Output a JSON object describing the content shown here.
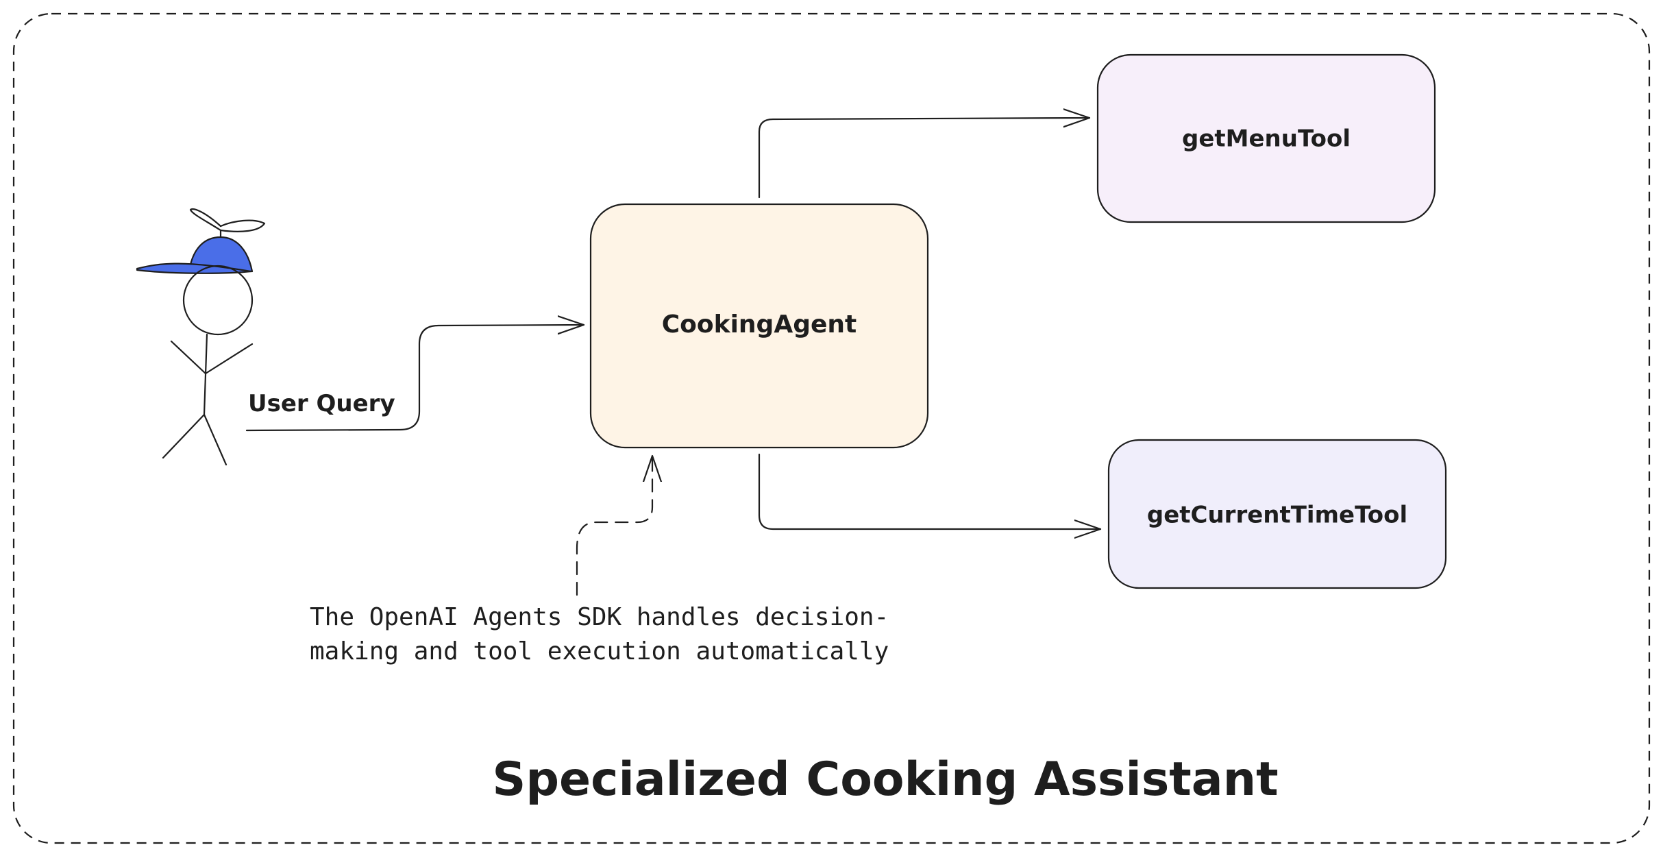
{
  "title": "Specialized Cooking Assistant",
  "actor": {
    "edge_label": "User Query"
  },
  "nodes": {
    "agent": {
      "label": "CookingAgent",
      "fill": "#fef4e6"
    },
    "menu_tool": {
      "label": "getMenuTool",
      "fill": "#f7effa"
    },
    "time_tool": {
      "label": "getCurrentTimeTool",
      "fill": "#f0eefb"
    }
  },
  "note": {
    "line1": "The OpenAI Agents SDK handles decision-",
    "line2": "making and tool execution automatically"
  },
  "colors": {
    "stroke": "#1e1e1e",
    "cap": "#4a6ee8",
    "background": "#ffffff"
  }
}
